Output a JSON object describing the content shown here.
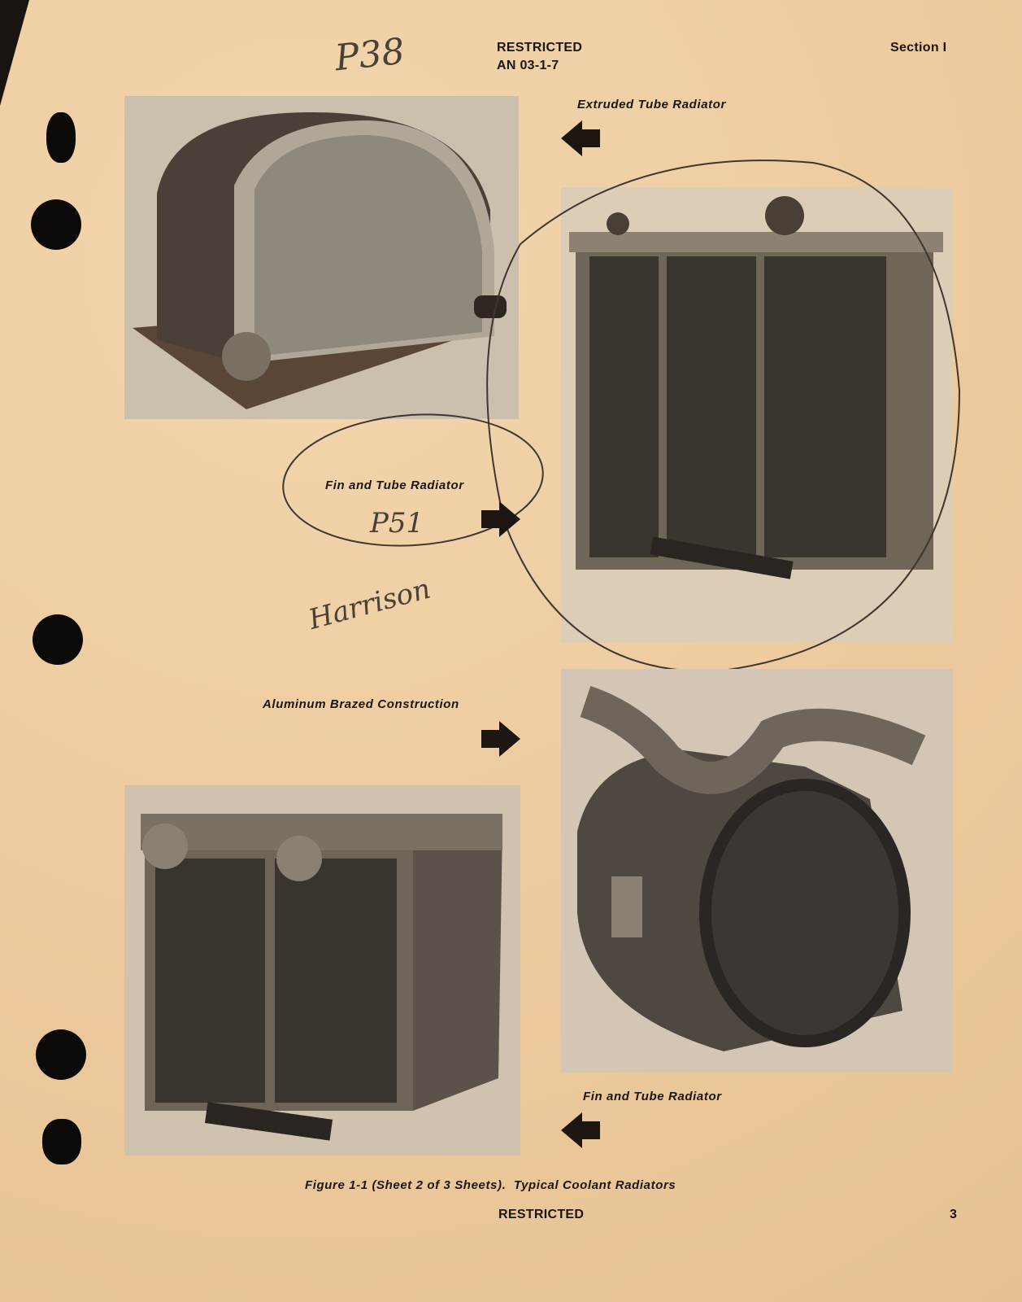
{
  "header": {
    "classification": "RESTRICTED",
    "document_number": "AN 03-1-7",
    "section": "Section I"
  },
  "annotations": {
    "handwritten_top": "P38",
    "handwritten_middle": "P51",
    "handwritten_signature": "Harrison"
  },
  "figures": [
    {
      "label": "Extruded Tube Radiator",
      "arrow": "left"
    },
    {
      "label": "Fin and Tube Radiator",
      "arrow": "right"
    },
    {
      "label": "Aluminum Brazed Construction",
      "arrow": "right"
    },
    {
      "label": "Fin and Tube Radiator",
      "arrow": "left"
    }
  ],
  "caption": "Figure 1-1 (Sheet 2 of 3 Sheets).  Typical Coolant Radiators",
  "footer": {
    "classification": "RESTRICTED",
    "page_number": "3"
  },
  "colors": {
    "paper": "#efcfa5",
    "ink": "#1d1510",
    "photo_bg": "#c9bba6"
  }
}
